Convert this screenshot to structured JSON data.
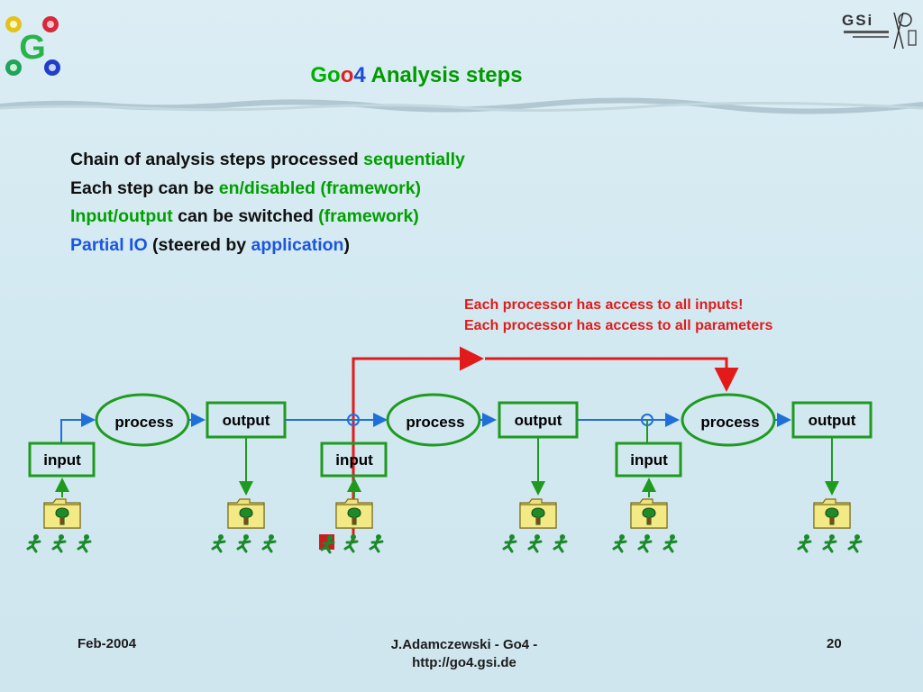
{
  "title": {
    "go": "Go",
    "o": "o",
    "four": "4",
    "rest": " Analysis steps"
  },
  "bullets": {
    "line1": {
      "plain": "Chain of analysis steps processed ",
      "highlight": "sequentially"
    },
    "line2": {
      "plain": "Each step can be ",
      "highlight": "en/disabled (framework)"
    },
    "line3": {
      "highlight1": "Input/output",
      "plain": " can be switched ",
      "highlight2": "(framework)"
    },
    "line4": {
      "highlight1": "Partial IO",
      "plain1": " (steered by ",
      "highlight2": "application",
      "plain2": ")"
    }
  },
  "note": {
    "line1": "Each processor has access to all inputs!",
    "line2": "Each processor has access to all parameters"
  },
  "diagram": {
    "process_label": "process",
    "output_label": "output",
    "input_label": "input",
    "colors": {
      "box_border": "#1f9a1f",
      "arrow": "#1f6fd8",
      "red_arrow": "#e21a1a",
      "folder": "#efe27a"
    },
    "icons": [
      "folder-tree-icon",
      "runner-icon",
      "red-square-runner-icon"
    ]
  },
  "footer": {
    "date": "Feb-2004",
    "author_line1": "J.Adamczewski - Go4 -",
    "author_line2": "http://go4.gsi.de",
    "page": "20"
  },
  "logos": {
    "gsi_text": "GSi"
  }
}
